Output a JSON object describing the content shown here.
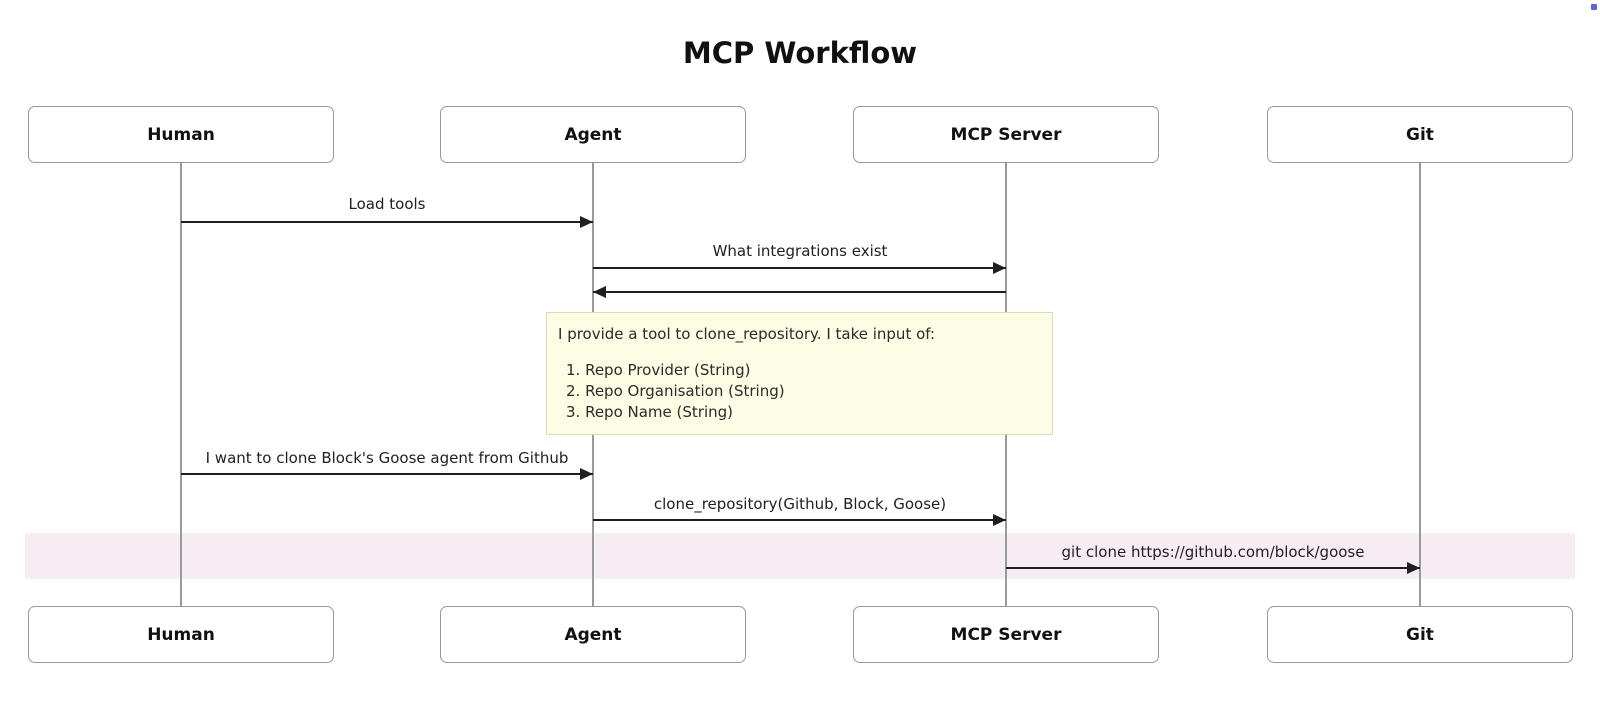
{
  "title": "MCP Workflow",
  "participants": [
    {
      "name": "Human"
    },
    {
      "name": "Agent"
    },
    {
      "name": "MCP Server"
    },
    {
      "name": "Git"
    }
  ],
  "messages": [
    {
      "from": "Human",
      "to": "Agent",
      "label": "Load tools",
      "arrow": "solid-right"
    },
    {
      "from": "Agent",
      "to": "MCP Server",
      "label": "What integrations exist",
      "arrow": "solid-right"
    },
    {
      "from": "MCP Server",
      "to": "Agent",
      "label": "",
      "arrow": "solid-left"
    },
    {
      "from": "Human",
      "to": "Agent",
      "label": "I want to clone Block's Goose agent from Github",
      "arrow": "solid-right"
    },
    {
      "from": "Agent",
      "to": "MCP Server",
      "label": "clone_repository(Github, Block, Goose)",
      "arrow": "solid-right"
    },
    {
      "from": "MCP Server",
      "to": "Git",
      "label": "git clone https://github.com/block/goose",
      "arrow": "solid-right"
    }
  ],
  "note": {
    "intro": "I provide a tool to clone_repository. I take input of:",
    "items": [
      "1. Repo Provider (String)",
      "2. Repo Organisation (String)",
      "3. Repo Name (String)"
    ]
  },
  "colors": {
    "note_fill": "#fdfce5",
    "note_border": "#dedbb4",
    "highlight_band": "#f6edf3",
    "actor_border": "#999999",
    "lifeline": "#9a9a9a",
    "message_line": "#1f1f1f",
    "text": "#1f1f1f",
    "corner_dot": "#6262dd"
  }
}
